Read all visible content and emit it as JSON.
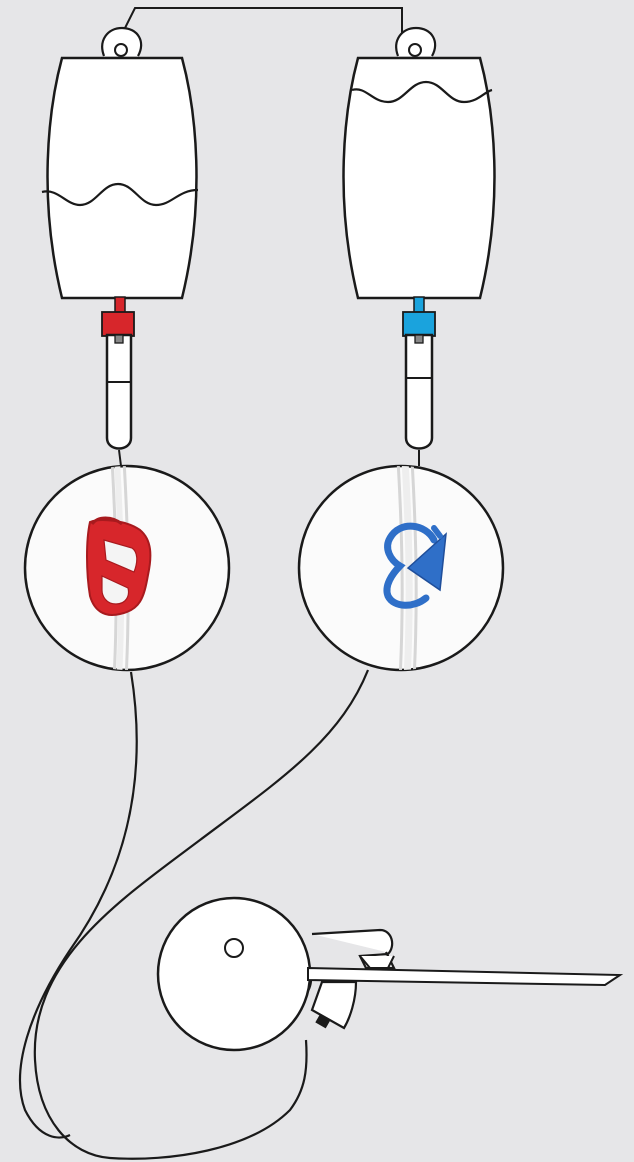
{
  "diagram": {
    "background_color": "#e6e6e8",
    "line_color": "#1a1a1a",
    "fill_color": "#ffffff",
    "bags": [
      {
        "id": "left",
        "clamp_color": "#d7262b",
        "clamp_dark": "#a81a1e",
        "connector_color": "#d7262b",
        "fluid_level": "low"
      },
      {
        "id": "right",
        "clamp_color": "#2f6fc8",
        "clamp_dark": "#1f4e9a",
        "connector_color": "#1aa3dd",
        "fluid_level": "high"
      }
    ],
    "magnifiers": [
      {
        "id": "left-clamp-closeup",
        "clamp_color": "#d7262b"
      },
      {
        "id": "right-clamp-closeup",
        "clamp_color": "#2f6fc8"
      }
    ],
    "device": {
      "name": "syringe-instrument"
    }
  }
}
